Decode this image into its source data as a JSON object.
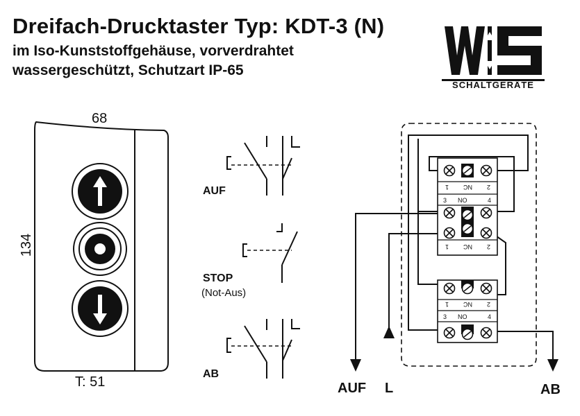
{
  "header": {
    "title": "Dreifach-Drucktaster  Typ: KDT-3 (N)",
    "subtitle1": "im Iso-Kunststoffgehäuse, vorverdrahtet",
    "subtitle2": "wassergeschützt, Schutzart IP-65"
  },
  "logo": {
    "text": "SCHALTGERÄTE"
  },
  "dimensions": {
    "width": "68",
    "height": "134",
    "depth": "T: 51"
  },
  "switches": {
    "up": "AUF",
    "stop": "STOP",
    "stop_note": "(Not-Aus)",
    "down": "AB"
  },
  "terminals": {
    "nc": "NC",
    "no": "NO",
    "num1": "1",
    "num2": "2",
    "num3": "3",
    "num4": "4"
  },
  "wiring": {
    "auf": "AUF",
    "l": "L",
    "ab": "AB"
  },
  "colors": {
    "ink": "#111111",
    "background": "#ffffff"
  }
}
